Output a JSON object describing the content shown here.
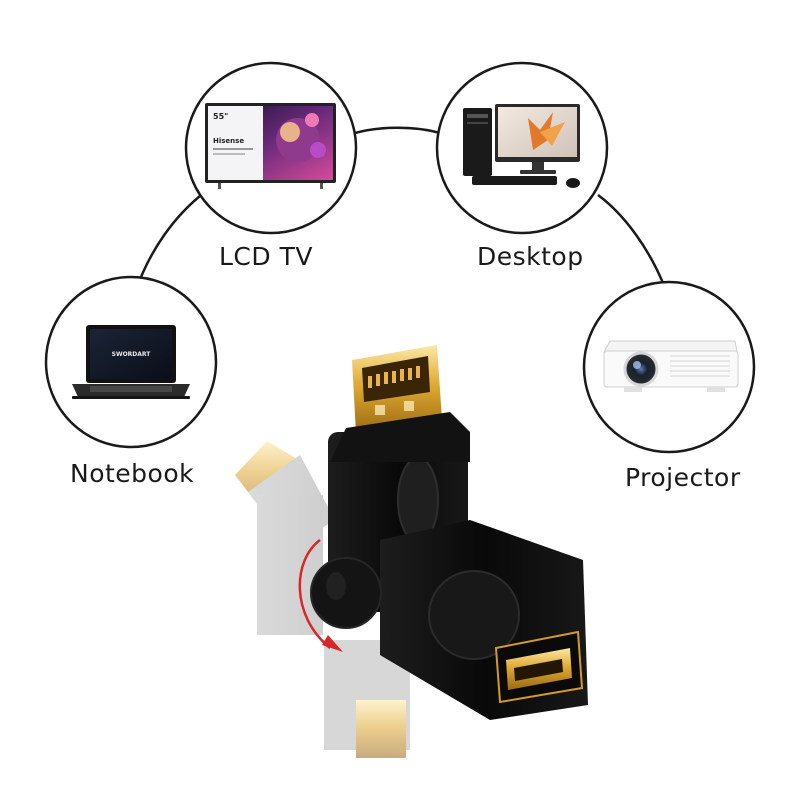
{
  "devices": {
    "lcd_tv": {
      "label": "LCD TV",
      "screen_badge": "55\"",
      "brand": "Hisense"
    },
    "desktop": {
      "label": "Desktop"
    },
    "notebook": {
      "label": "Notebook",
      "screen_text": "SWORDART"
    },
    "projector": {
      "label": "Projector"
    }
  },
  "colors": {
    "outline": "#1a1a1a",
    "adapter_body": "#0c0c0c",
    "gold": "#d8a32e",
    "rotation_arrow": "#d8262a"
  }
}
